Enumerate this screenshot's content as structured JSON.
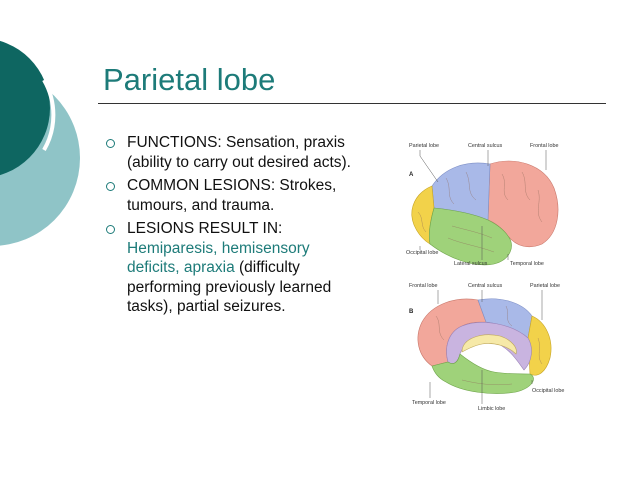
{
  "slide": {
    "title": "Parietal lobe",
    "bullets": [
      {
        "text": "FUNCTIONS: Sensation, praxis (ability to carry out desired acts)."
      },
      {
        "text": "COMMON LESIONS: Strokes, tumours, and trauma."
      },
      {
        "lead": "LESIONS RESULT IN: ",
        "highlight": "Hemiparesis, hemisensory deficits, apraxia",
        "tail": " (difficulty performing previously learned tasks), partial seizures."
      }
    ]
  },
  "figure": {
    "panel_a": {
      "tag": "A",
      "labels": {
        "parietal": "Parietal lobe",
        "central": "Central sulcus",
        "frontal": "Frontal lobe",
        "occipital": "Occipital lobe",
        "lateral": "Lateral sulcus",
        "temporal": "Temporal lobe"
      }
    },
    "panel_b": {
      "tag": "B",
      "labels": {
        "frontal": "Frontal lobe",
        "central": "Central sulcus",
        "parietal": "Parietal lobe",
        "occipital": "Occipital lobe",
        "temporal": "Temporal lobe",
        "limbic": "Limbic lobe"
      }
    }
  },
  "colors": {
    "title": "#1d7b79",
    "highlight": "#1d7b79",
    "deco_dark": "#0e6661",
    "deco_light": "#8fc4c7",
    "frontal": "#f2a79b",
    "parietal": "#a9b9e8",
    "occipital": "#f2d24a",
    "temporal": "#9fd27a",
    "limbic": "#c9b4e0"
  }
}
